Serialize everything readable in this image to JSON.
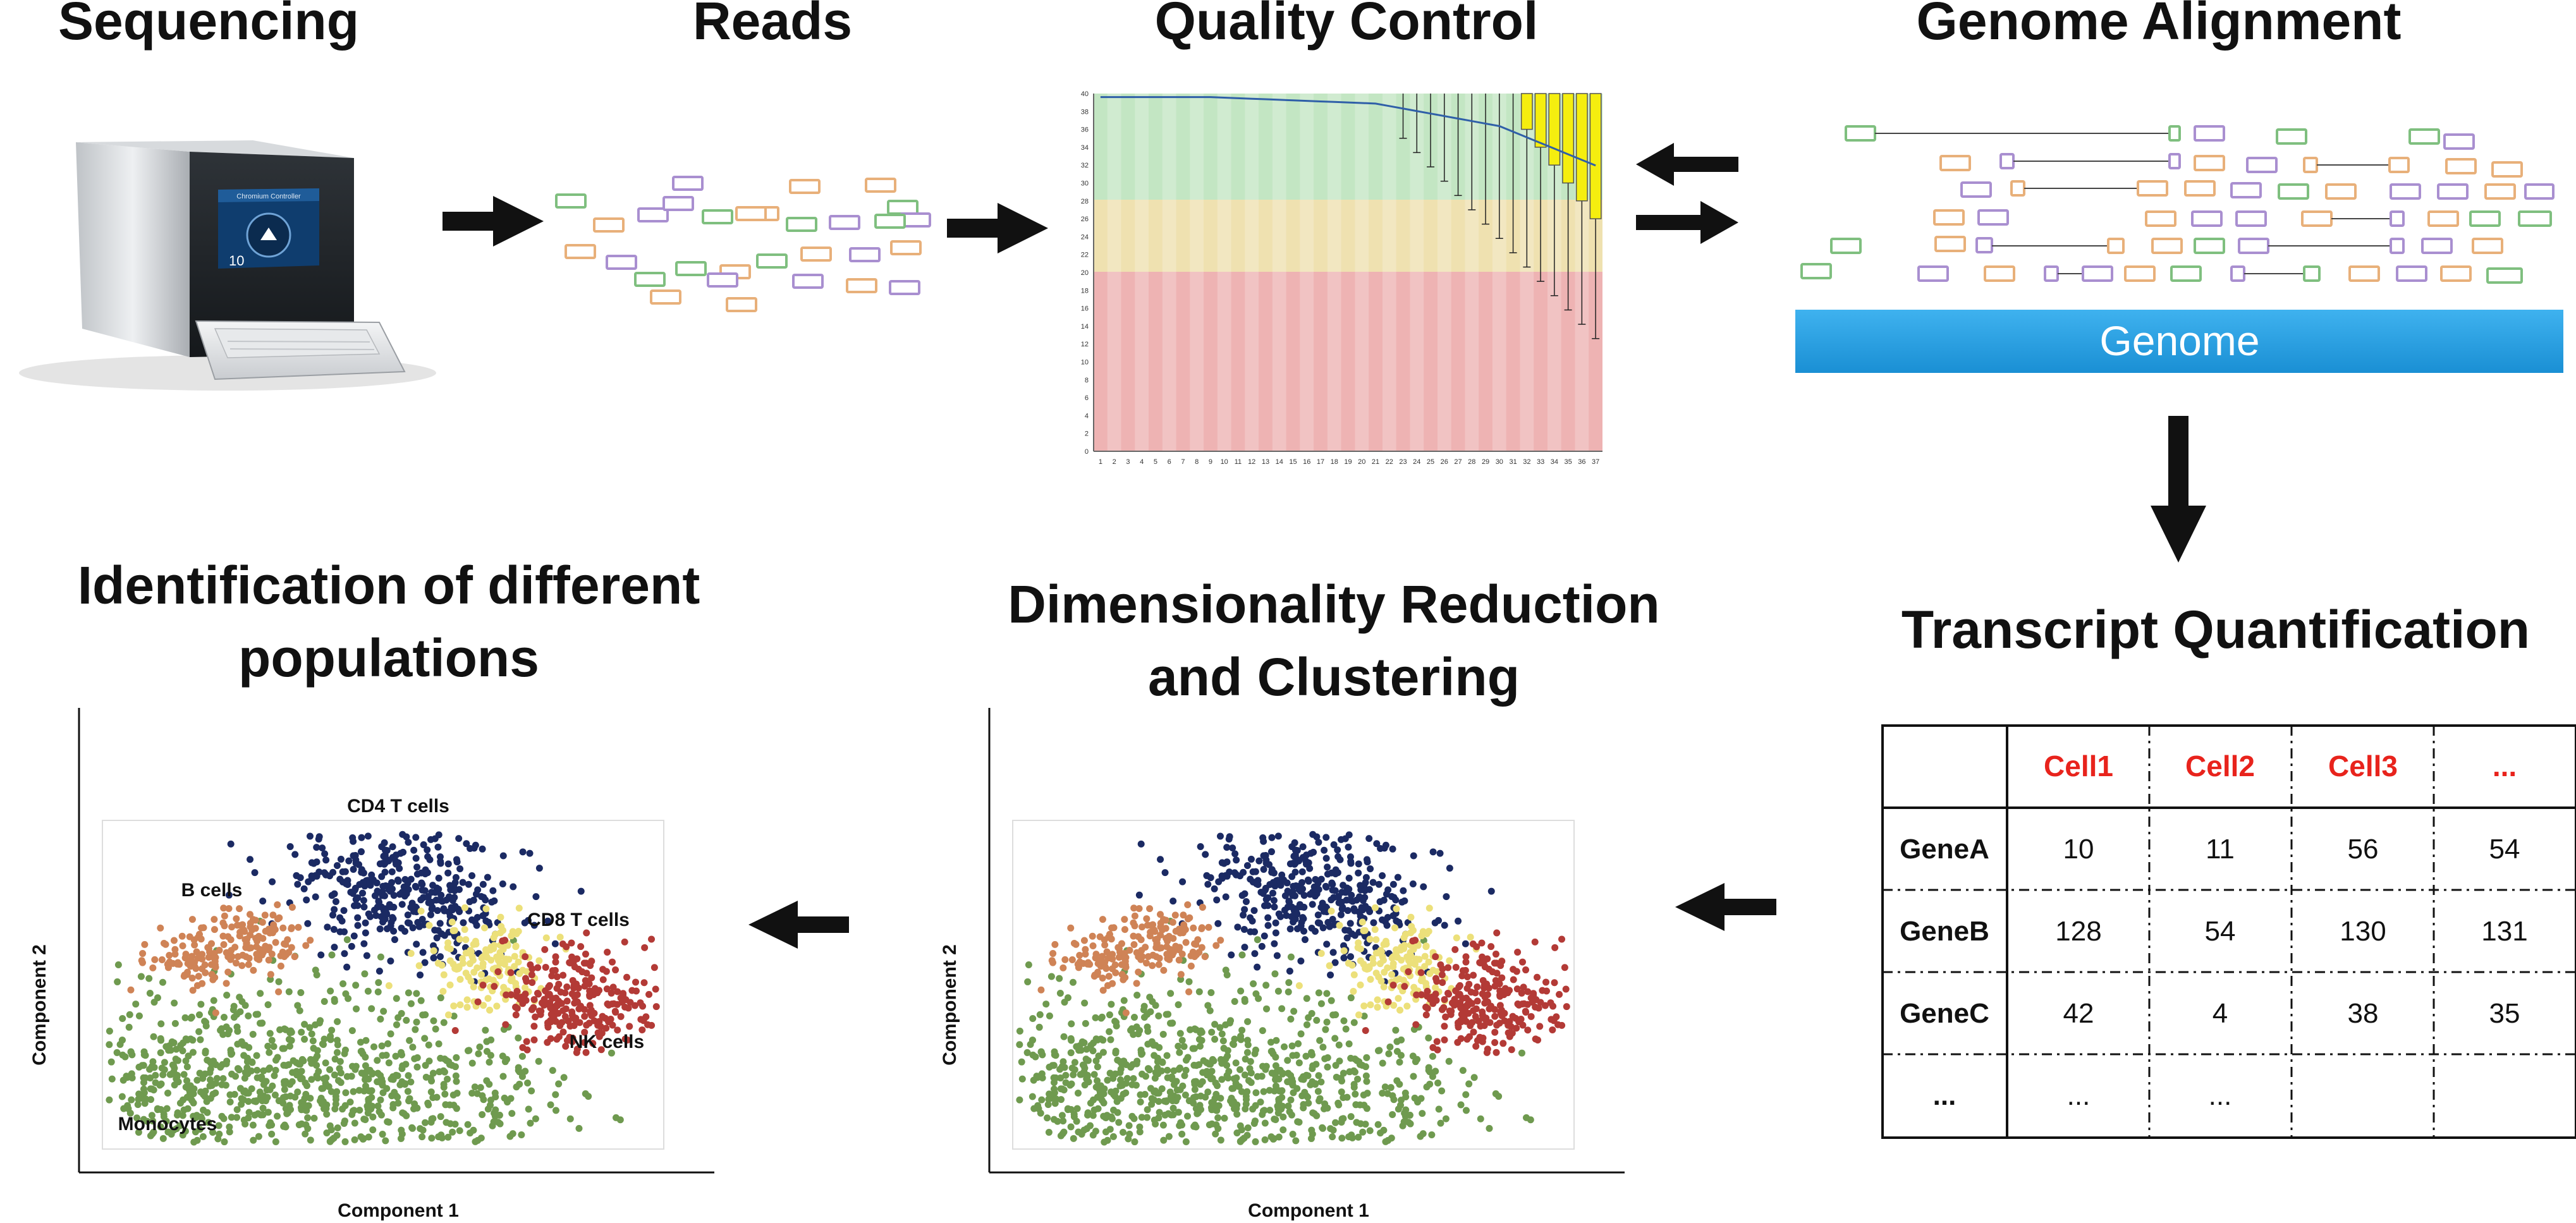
{
  "titles": {
    "sequencing": "Sequencing",
    "reads": "Reads",
    "quality_control": "Quality Control",
    "genome_alignment": "Genome Alignment",
    "transcript_quantification": "Transcript Quantification",
    "dim_reduction_line1": "Dimensionality Reduction",
    "dim_reduction_line2": "and Clustering",
    "identification_line1": "Identification of different",
    "identification_line2": "populations"
  },
  "sequencer": {
    "screen_label": "Chromium Controller",
    "screen_value": "10"
  },
  "genome_label": "Genome",
  "qc_plot": {
    "y_ticks": [
      "0",
      "2",
      "4",
      "6",
      "8",
      "10",
      "12",
      "14",
      "16",
      "18",
      "20",
      "22",
      "24",
      "26",
      "28",
      "30",
      "32",
      "34",
      "36",
      "38",
      "40"
    ],
    "x_ticks": [
      "1",
      "2",
      "3",
      "4",
      "5",
      "6",
      "7",
      "8",
      "9",
      "10",
      "11",
      "12",
      "13",
      "14",
      "15",
      "16",
      "17",
      "18",
      "19",
      "20",
      "21",
      "22",
      "23",
      "24",
      "25",
      "26",
      "27",
      "28",
      "29",
      "30",
      "31",
      "32",
      "33",
      "34",
      "35",
      "36",
      "37"
    ]
  },
  "quant_table": {
    "headers": [
      "",
      "Cell1",
      "Cell2",
      "Cell3",
      "..."
    ],
    "rows": [
      [
        "GeneA",
        "10",
        "11",
        "56",
        "54"
      ],
      [
        "GeneB",
        "128",
        "54",
        "130",
        "131"
      ],
      [
        "GeneC",
        "42",
        "4",
        "38",
        "35"
      ],
      [
        "...",
        "...",
        "...",
        "",
        ""
      ]
    ],
    "header_color": "#e8231c"
  },
  "scatter": {
    "xlabel": "Component 1",
    "ylabel": "Component 2",
    "cluster_labels": {
      "cd4": "CD4 T cells",
      "b": "B cells",
      "cd8": "CD8 T cells",
      "nk": "NK cells",
      "mono": "Monocytes"
    },
    "colors": {
      "cd4": "#1b2a63",
      "b": "#cf8356",
      "cd8": "#ece07a",
      "nk": "#b33a36",
      "mono": "#6f9a4f"
    }
  },
  "read_colors": {
    "green": "#7fbf7f",
    "orange": "#e8b07a",
    "purple": "#a98fd0"
  }
}
